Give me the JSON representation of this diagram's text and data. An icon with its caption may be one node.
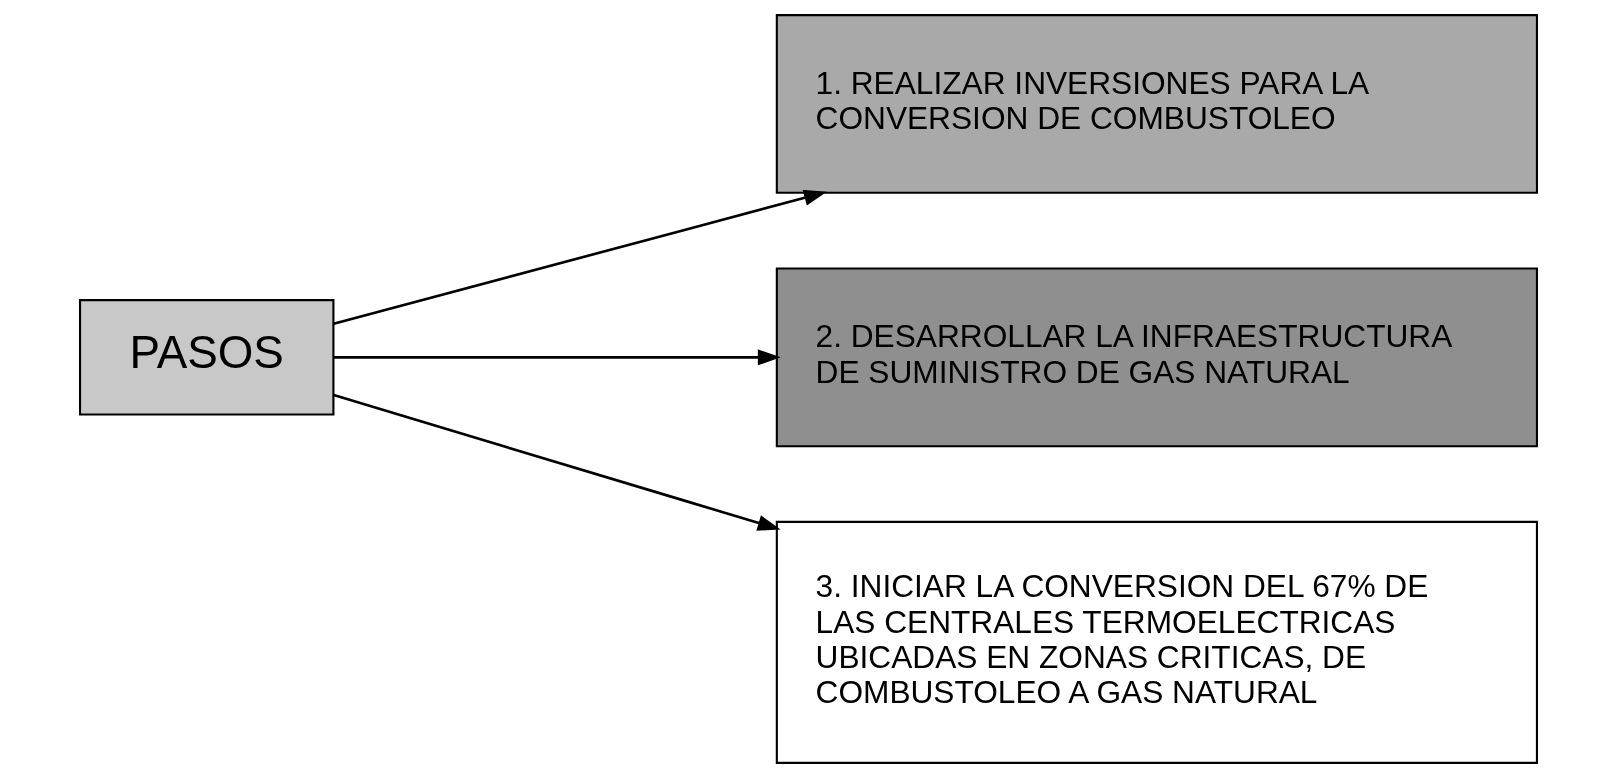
{
  "diagram": {
    "nodes": [
      {
        "text": [
          "PASOS"
        ]
      },
      {
        "text": [
          "1. REALIZAR INVERSIONES PARA LA CONVERSION DE COMBUSTOLEO"
        ]
      },
      {
        "text": [
          "2. DESARROLLAR LA INFRAESTRUCTURA DE SUMINISTRO DE GAS NATURAL"
        ]
      },
      {
        "text": [
          "3. INICIAR LA CONVERSION DEL 67% DE LAS CENTRALES TERMOELECTRICAS UBICADAS EN ZONAS CRITICAS, DE COMBUSTOLEO A GAS NATURAL"
        ]
      }
    ],
    "edges": [
      {
        "from": 0,
        "to": 1,
        "arrow": "to"
      },
      {
        "from": 0,
        "to": 2,
        "arrow": "to"
      },
      {
        "from": 0,
        "to": 3,
        "arrow": "to"
      }
    ]
  }
}
